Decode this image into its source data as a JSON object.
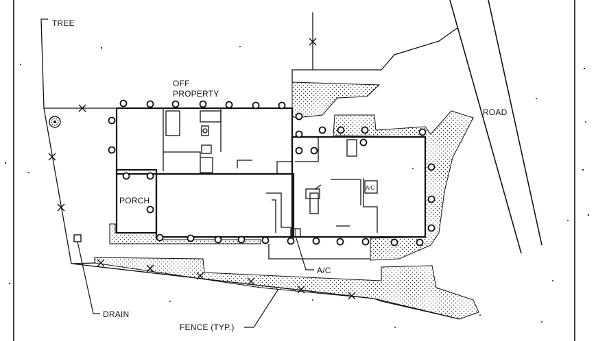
{
  "labels": {
    "tree": "TREE",
    "off_property_line1": "OFF",
    "off_property_line2": "PROPERTY",
    "road": "ROAD",
    "porch": "PORCH",
    "ac_indoor": "A/C",
    "ac_callout": "A/C",
    "drain": "DRAIN",
    "fence": "FENCE (TYP.)"
  },
  "icons": {
    "tree": "tree-symbol-icon",
    "drain": "drain-box-icon",
    "fence_marker": "x-mark-icon",
    "pier": "circle-pier-icon"
  },
  "colors": {
    "line": "#111111",
    "paper": "#ffffff"
  }
}
